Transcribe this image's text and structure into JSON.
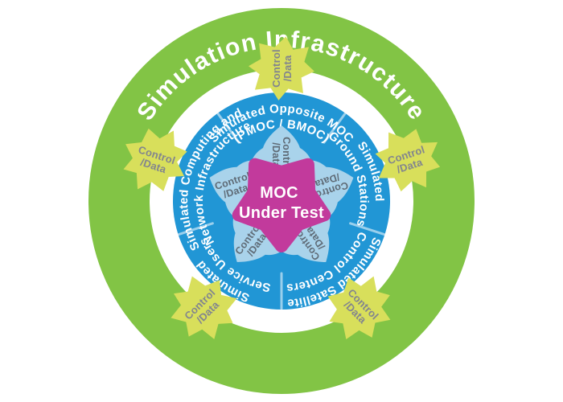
{
  "title": "Simulation Infrastructure",
  "center_label": {
    "line1": "MOC",
    "line2": "Under Test"
  },
  "segments": [
    {
      "name": "simulated-opposite-moc",
      "line1": "Simulated Opposite MOC",
      "line2": "(PMOC / BMOC)"
    },
    {
      "name": "simulated-ground-stations",
      "line1": "Simulated",
      "line2": "Ground Stations"
    },
    {
      "name": "simulated-satellite-control-centers",
      "line1": "Simulated Satellite",
      "line2": "Control Centers"
    },
    {
      "name": "simulated-service-users",
      "line1": "Simulated",
      "line2": "Service Users"
    },
    {
      "name": "simulated-computing-network-infrastructure",
      "line1": "Simulated Computing and",
      "line2": "Network Infrastructure"
    }
  ],
  "outer_badges": [
    {
      "line1": "Control",
      "line2": "/Data"
    },
    {
      "line1": "Control",
      "line2": "/Data"
    },
    {
      "line1": "Control",
      "line2": "/Data"
    },
    {
      "line1": "Control",
      "line2": "/Data"
    },
    {
      "line1": "Control",
      "line2": "/Data"
    }
  ],
  "inner_petals": [
    {
      "line1": "Control",
      "line2": "/Data"
    },
    {
      "line1": "Control",
      "line2": "/Data"
    },
    {
      "line1": "Control",
      "line2": "/Data"
    },
    {
      "line1": "Control",
      "line2": "/Data"
    },
    {
      "line1": "Control",
      "line2": "/Data"
    }
  ],
  "colors": {
    "outer_ring": "#82C445",
    "inner_ring": "#2196D5",
    "petal": "#A9D3EB",
    "center": "#C23A9C",
    "badge": "#D8DF5B",
    "ring_text": "#FFFFFF",
    "label_text": "#5F6B76",
    "badge_text": "#82858E"
  }
}
